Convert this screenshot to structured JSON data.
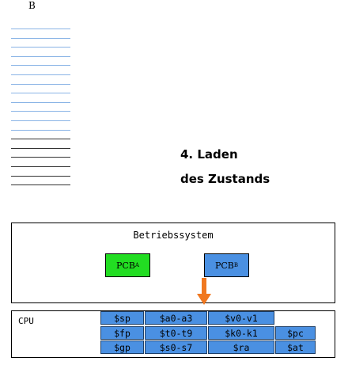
{
  "diagram": {
    "top_label": "B",
    "stack": {
      "lines": [
        "blue",
        "blue",
        "blue",
        "blue",
        "blue",
        "blue",
        "blue",
        "blue",
        "blue",
        "blue",
        "blue",
        "blue",
        "gray",
        "gray",
        "gray",
        "gray",
        "gray",
        "gray"
      ]
    },
    "step": {
      "line1": "4. Laden",
      "line2": "des Zustands"
    },
    "os": {
      "title": "Betriebssystem",
      "pcbs": [
        {
          "name": "PCB",
          "sub": "A",
          "color": "#22dd22"
        },
        {
          "name": "PCB",
          "sub": "B",
          "color": "#4a90e2"
        }
      ]
    },
    "arrow": {
      "color": "#f07820"
    },
    "cpu": {
      "label": "CPU",
      "register_color": "#4a90e2",
      "registers": [
        [
          "$sp",
          "$a0-a3",
          "$v0-v1"
        ],
        [
          "$fp",
          "$t0-t9",
          "$k0-k1",
          "$pc"
        ],
        [
          "$gp",
          "$s0-s7",
          "$ra",
          "$at"
        ]
      ]
    }
  }
}
